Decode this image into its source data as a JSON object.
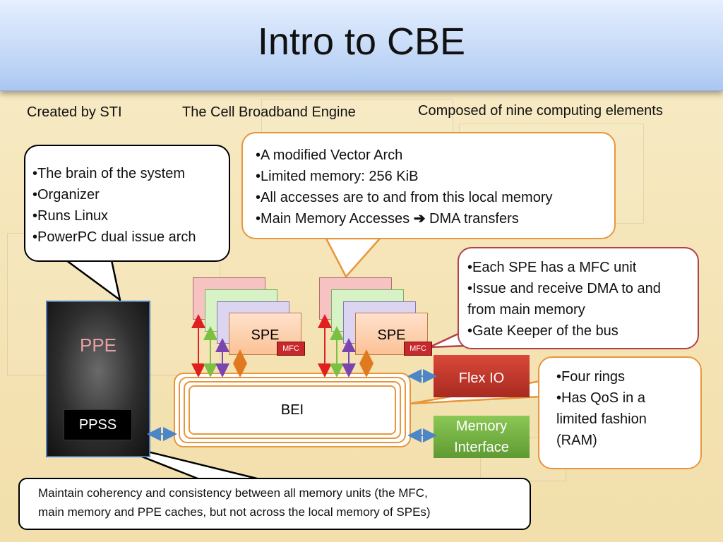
{
  "slide": {
    "title": "Intro to CBE",
    "subtitles": {
      "left": "Created by STI",
      "center": "The Cell Broadband Engine",
      "right": "Composed of nine computing elements"
    }
  },
  "callouts": {
    "ppe": [
      "•The brain of the system",
      "•Organizer",
      "•Runs Linux",
      "•PowerPC dual issue arch"
    ],
    "spe": [
      "•A modified Vector Arch",
      "•Limited memory: 256 KiB",
      "•All accesses are to and from this local memory"
    ],
    "spe_dma": {
      "lead": "•Main Memory Accesses ",
      "arrow": "➔",
      "tail": " DMA transfers"
    },
    "mfc": [
      "•Each SPE has a MFC unit",
      "•Issue and receive DMA to and",
      "from main memory",
      "•Gate Keeper of the bus"
    ],
    "bus": [
      "•Four rings",
      "•Has QoS in a",
      "limited fashion",
      "(RAM)"
    ],
    "ppss": [
      "Maintain coherency and consistency between all memory units (the MFC,",
      "main memory and PPE caches, but not across the local memory of SPEs)"
    ]
  },
  "diagram": {
    "ppe_label": "PPE",
    "ppss_label": "PPSS",
    "spe_label": "SPE",
    "mfc_label": "MFC",
    "bei_label": "BEI",
    "flex_io_label": "Flex IO",
    "memory_interface_label": "Memory Interface"
  },
  "colors": {
    "callout_orange_border": "#e8963c",
    "callout_red_border": "#b0424a",
    "flex_io": "#c0392b",
    "memory_interface": "#7ab648",
    "ring": "#e8963c",
    "arrow_blue": "#4a86c8"
  }
}
